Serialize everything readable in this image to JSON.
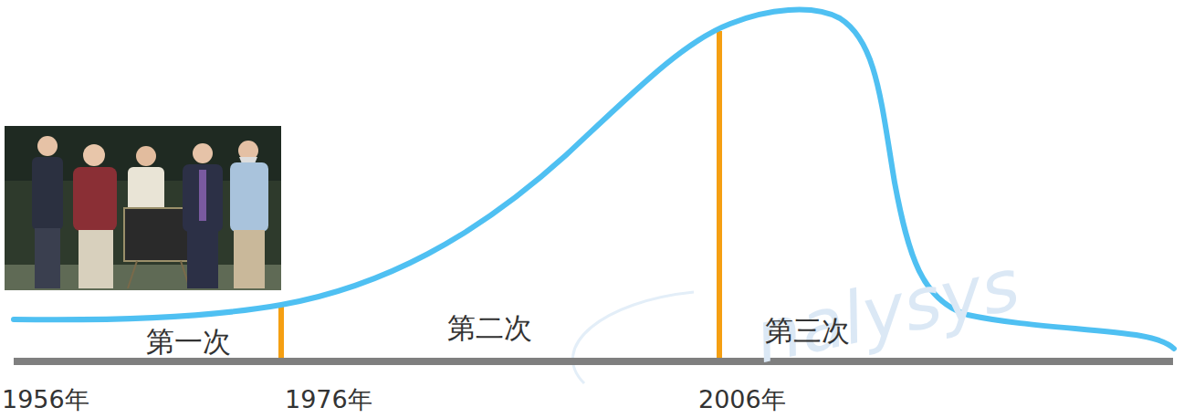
{
  "diagram": {
    "labels": [
      "第一次",
      "第二次",
      "第三次",
      "1956年",
      "1976年",
      "2006年",
      "nalysys"
    ]
  }
}
